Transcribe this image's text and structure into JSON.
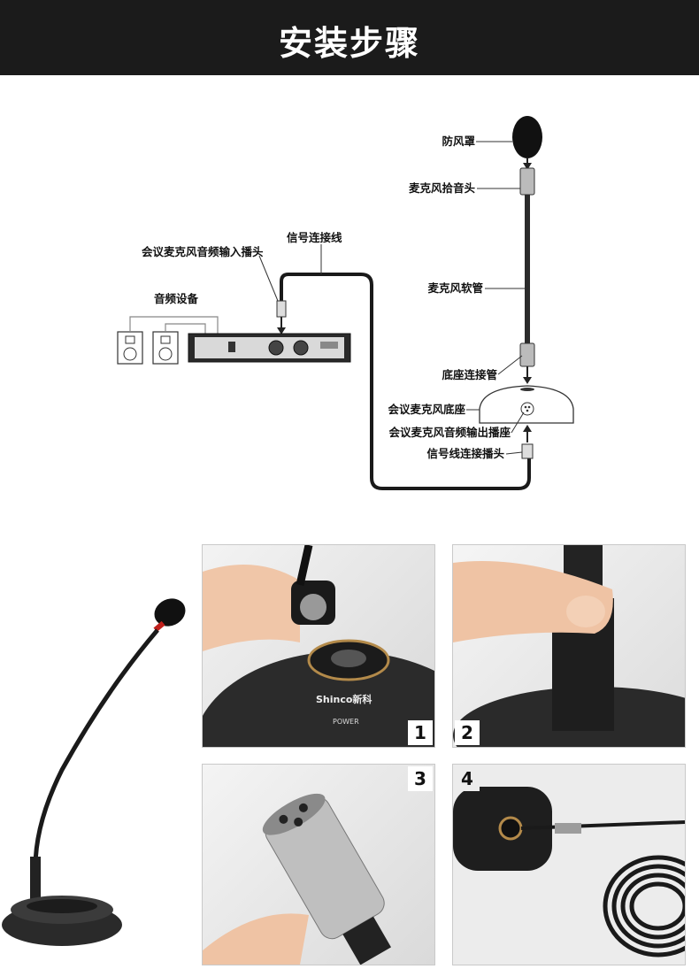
{
  "header": {
    "title": "安装步骤",
    "background": "#1b1b1b"
  },
  "diagram": {
    "labels": {
      "windscreen": "防风罩",
      "mic_head": "麦克风拾音头",
      "signal_cable": "信号连接线",
      "conf_audio_input_plug": "会议麦克风音频输入播头",
      "audio_equipment": "音频设备",
      "mic_gooseneck": "麦克风软管",
      "base_connector_tube": "底座连接管",
      "conf_mic_base": "会议麦克风底座",
      "conf_audio_output_socket": "会议麦克风音频输出播座",
      "signal_cable_plug": "信号线连接播头"
    }
  },
  "steps": [
    {
      "number": "1",
      "brand": "Shinco新科",
      "power": "POWER"
    },
    {
      "number": "2"
    },
    {
      "number": "3"
    },
    {
      "number": "4"
    }
  ]
}
